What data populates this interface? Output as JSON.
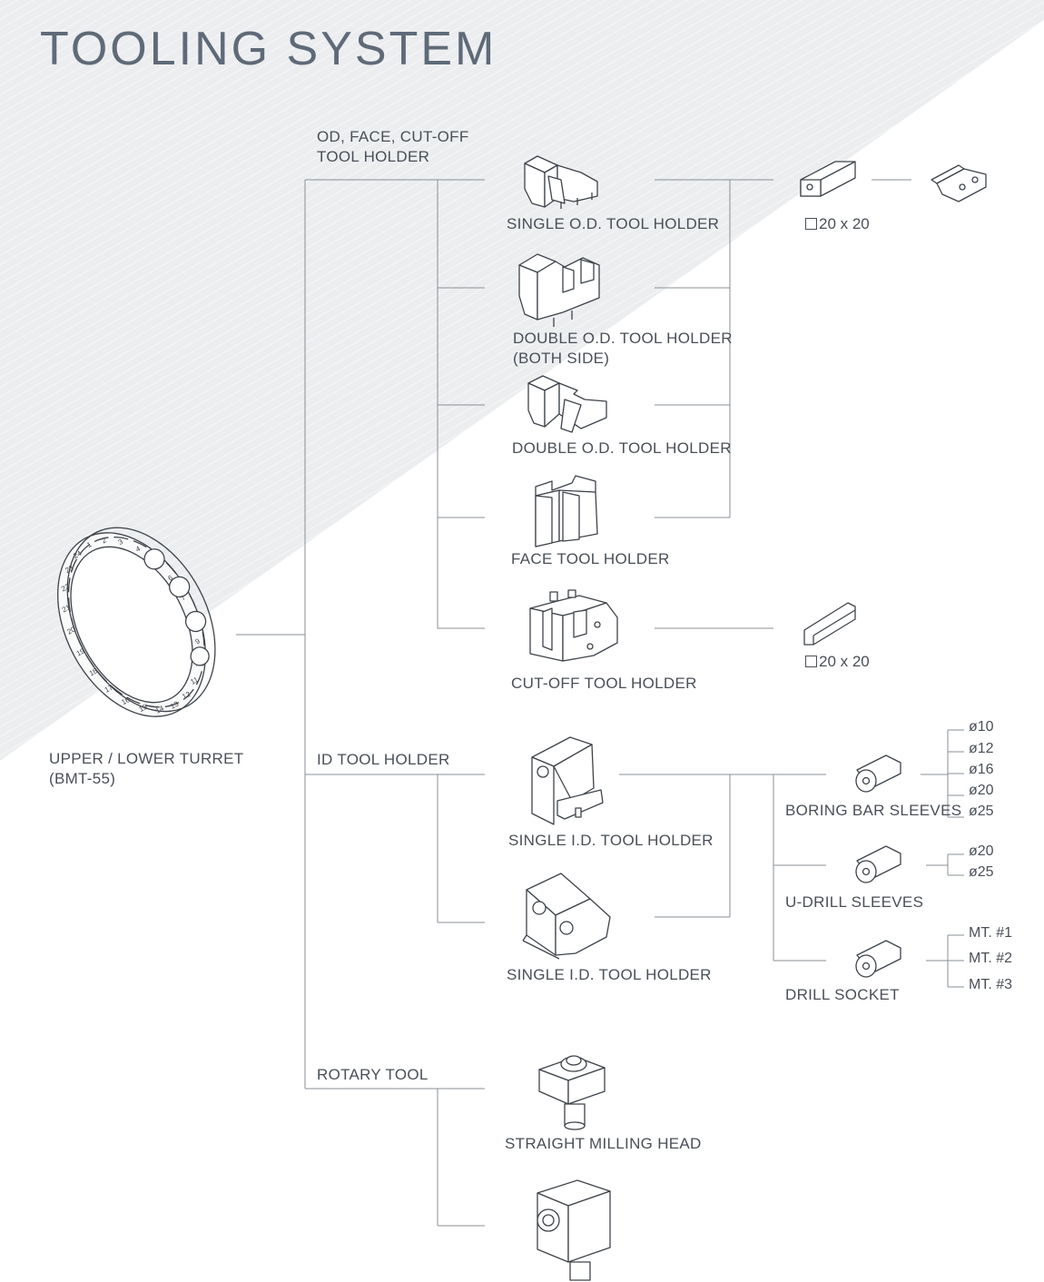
{
  "title": "TOOLING SYSTEM",
  "turret": {
    "label_line1": "UPPER / LOWER TURRET",
    "label_line2": "(BMT-55)"
  },
  "groups": {
    "od": {
      "line1": "OD,  FACE,  CUT-OFF",
      "line2": "TOOL HOLDER"
    },
    "id": {
      "line1": "ID TOOL HOLDER"
    },
    "rotary": {
      "line1": "ROTARY TOOL"
    }
  },
  "holders": {
    "single_od": "SINGLE O.D. TOOL HOLDER",
    "double_od_both_1": "DOUBLE O.D. TOOL HOLDER",
    "double_od_both_2": "(BOTH SIDE)",
    "double_od": "DOUBLE O.D. TOOL HOLDER",
    "face": "FACE TOOL HOLDER",
    "cutoff": "CUT-OFF TOOL HOLDER",
    "single_id_1": "SINGLE I.D. TOOL HOLDER",
    "single_id_2": "SINGLE I.D. TOOL HOLDER",
    "straight_milling": "STRAIGHT MILLING HEAD"
  },
  "sizes": {
    "od_shank": "20 x 20",
    "cutoff_shank": "20 x 20"
  },
  "sleeves": {
    "boring": {
      "label": "BORING BAR SLEEVES",
      "options": [
        "ø10",
        "ø12",
        "ø16",
        "ø20",
        "ø25"
      ]
    },
    "udrill": {
      "label": "U-DRILL SLEEVES",
      "options": [
        "ø20",
        "ø25"
      ]
    },
    "drill": {
      "label": "DRILL SOCKET",
      "options": [
        "MT. #1",
        "MT. #2",
        "MT. #3"
      ]
    }
  },
  "turret_numbers": [
    "1",
    "2",
    "3",
    "4",
    "5",
    "6",
    "7",
    "8",
    "9",
    "10",
    "11",
    "12",
    "13",
    "14",
    "15",
    "16",
    "17",
    "18",
    "19",
    "20",
    "21",
    "22",
    "23",
    "24"
  ],
  "colors": {
    "line": "#8a8f96",
    "stroke": "#3e434a",
    "text": "#4a4f57",
    "title": "#5f6a78",
    "band": "#eceef0"
  }
}
